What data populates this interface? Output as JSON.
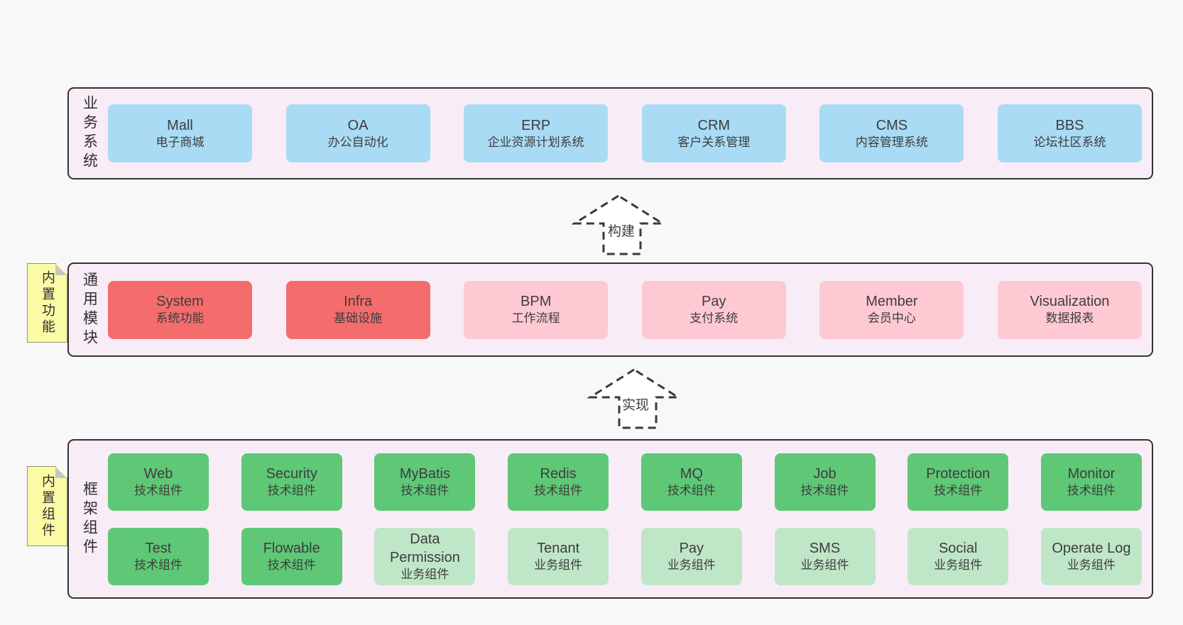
{
  "colors": {
    "page_bg": "#f8f8f8",
    "section_bg": "#f8edf6",
    "section_border": "#333333",
    "blue_box": "#a9dbf5",
    "red_box": "#f56c6c",
    "pink_box": "#ffc9d3",
    "green_box": "#5ec876",
    "light_green_box": "#c0e6c8",
    "note_yellow": "#fbfba6",
    "text": "#3d3d3d"
  },
  "arrows": [
    {
      "label": "构建"
    },
    {
      "label": "实现"
    }
  ],
  "sections": [
    {
      "label": "业务系统",
      "boxes": [
        {
          "name": "Mall",
          "desc": "电子商城"
        },
        {
          "name": "OA",
          "desc": "办公自动化"
        },
        {
          "name": "ERP",
          "desc": "企业资源计划系统"
        },
        {
          "name": "CRM",
          "desc": "客户关系管理"
        },
        {
          "name": "CMS",
          "desc": "内容管理系统"
        },
        {
          "name": "BBS",
          "desc": "论坛社区系统"
        }
      ]
    },
    {
      "label": "通用模块",
      "note": "内置功能",
      "boxes": [
        {
          "name": "System",
          "desc": "系统功能"
        },
        {
          "name": "Infra",
          "desc": "基础设施"
        },
        {
          "name": "BPM",
          "desc": "工作流程"
        },
        {
          "name": "Pay",
          "desc": "支付系统"
        },
        {
          "name": "Member",
          "desc": "会员中心"
        },
        {
          "name": "Visualization",
          "desc": "数据报表"
        }
      ]
    },
    {
      "label": "框架组件",
      "note": "内置组件",
      "rows": [
        [
          {
            "name": "Web",
            "desc": "技术组件"
          },
          {
            "name": "Security",
            "desc": "技术组件"
          },
          {
            "name": "MyBatis",
            "desc": "技术组件"
          },
          {
            "name": "Redis",
            "desc": "技术组件"
          },
          {
            "name": "MQ",
            "desc": "技术组件"
          },
          {
            "name": "Job",
            "desc": "技术组件"
          },
          {
            "name": "Protection",
            "desc": "技术组件"
          },
          {
            "name": "Monitor",
            "desc": "技术组件"
          }
        ],
        [
          {
            "name": "Test",
            "desc": "技术组件"
          },
          {
            "name": "Flowable",
            "desc": "技术组件"
          },
          {
            "name": "Data Permission",
            "desc": "业务组件"
          },
          {
            "name": "Tenant",
            "desc": "业务组件"
          },
          {
            "name": "Pay",
            "desc": "业务组件"
          },
          {
            "name": "SMS",
            "desc": "业务组件"
          },
          {
            "name": "Social",
            "desc": "业务组件"
          },
          {
            "name": "Operate Log",
            "desc": "业务组件"
          }
        ]
      ]
    }
  ]
}
